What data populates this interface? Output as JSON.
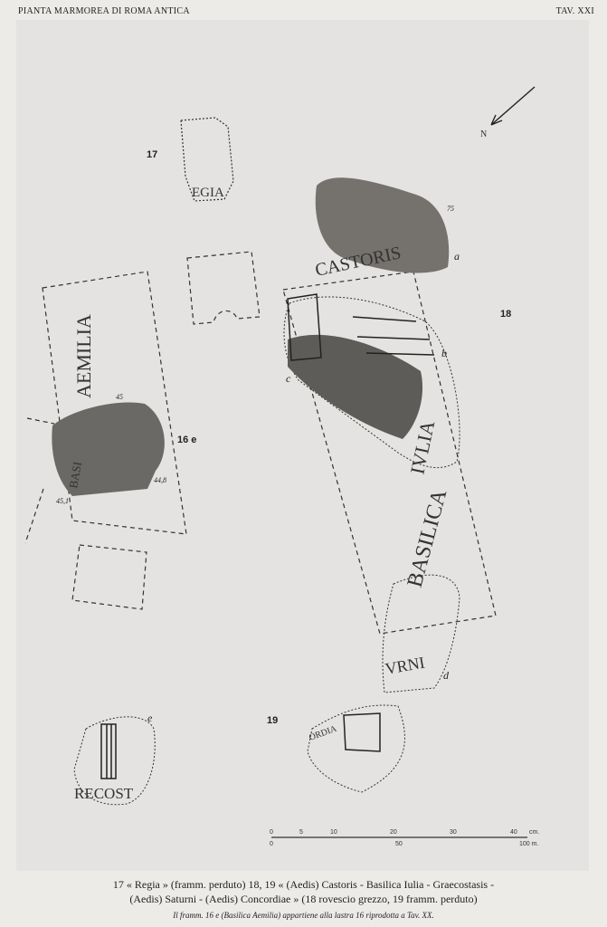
{
  "header": {
    "left": "PIANTA MARMOREA DI ROMA ANTICA",
    "right": "TAV. XXI"
  },
  "map": {
    "numbers": {
      "n17": "17",
      "n18": "18",
      "n19": "19",
      "n16e": "16 e"
    },
    "letters": {
      "a": "a",
      "b": "b",
      "c": "c",
      "d": "d",
      "e": "e"
    },
    "marks": {
      "m45": "45",
      "m448": "44,8",
      "m451": "45,1",
      "m75": "75"
    },
    "inscriptions": {
      "egia": "EGIA",
      "aemilia": "AEMILIA",
      "castoris": "CASTORIS",
      "basilica": "BASILICA",
      "iulia": "IVLIA",
      "vrni": "VRNI",
      "recost": "RECOST",
      "ordia": "ORDIA",
      "bas_frag": "BASI"
    },
    "north": "N"
  },
  "scale": {
    "top": [
      "0",
      "5",
      "10",
      "20",
      "30",
      "40"
    ],
    "top_unit": "cm.",
    "bottom": [
      "0",
      "50"
    ],
    "bottom_unit": "100 m."
  },
  "caption": {
    "line1": "17 « Regia » (framm. perduto)      18, 19 « (Aedis) Castoris - Basilica Iulia - Graecostasis -",
    "line2": "(Aedis) Saturni - (Aedis) Concordiae » (18 rovescio grezzo, 19 framm. perduto)",
    "note": "Il framm. 16 e (Basilica Aemilia) appartiene alla lastra 16 riprodotta a Tav. XX."
  }
}
